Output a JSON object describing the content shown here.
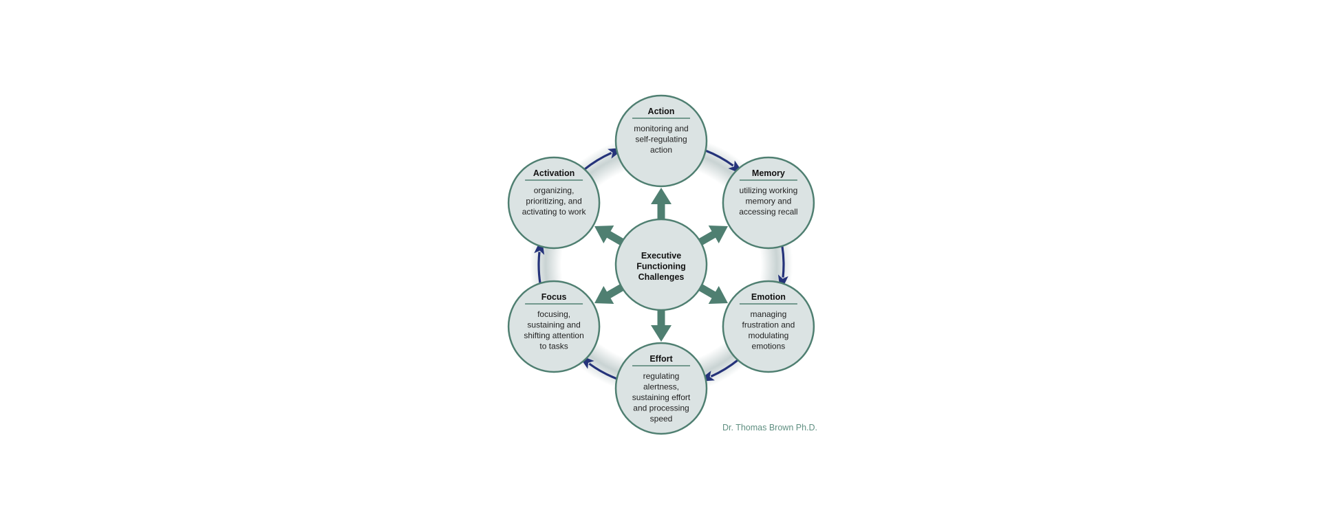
{
  "center": {
    "lines": [
      "Executive",
      "Functioning",
      "Challenges"
    ]
  },
  "nodes": [
    {
      "id": "action",
      "title": "Action",
      "lines": [
        "monitoring and",
        "self-regulating",
        "action"
      ]
    },
    {
      "id": "memory",
      "title": "Memory",
      "lines": [
        "utilizing working",
        "memory and",
        "accessing recall"
      ]
    },
    {
      "id": "emotion",
      "title": "Emotion",
      "lines": [
        "managing",
        "frustration and",
        "modulating",
        "emotions"
      ]
    },
    {
      "id": "effort",
      "title": "Effort",
      "lines": [
        "regulating",
        "alertness,",
        "sustaining effort",
        "and processing",
        "speed"
      ]
    },
    {
      "id": "focus",
      "title": "Focus",
      "lines": [
        "focusing,",
        "sustaining and",
        "shifting attention",
        "to tasks"
      ]
    },
    {
      "id": "activation",
      "title": "Activation",
      "lines": [
        "organizing,",
        "prioritizing, and",
        "activating to work"
      ]
    }
  ],
  "credit": "Dr. Thomas Brown Ph.D.",
  "colors": {
    "node_fill": "#dbe3e3",
    "node_stroke": "#4f7f71",
    "divider": "#4f7f71",
    "inner_arrow": "#4f7f71",
    "cycle_arrow": "#25337a",
    "ring_light": "#ffffff",
    "ring_dark": "#c9d3d3",
    "credit": "#5f8f81"
  },
  "icons": {
    "inner_arrow": "thick-arrow-icon",
    "cycle_arrow": "curved-arrow-icon"
  }
}
